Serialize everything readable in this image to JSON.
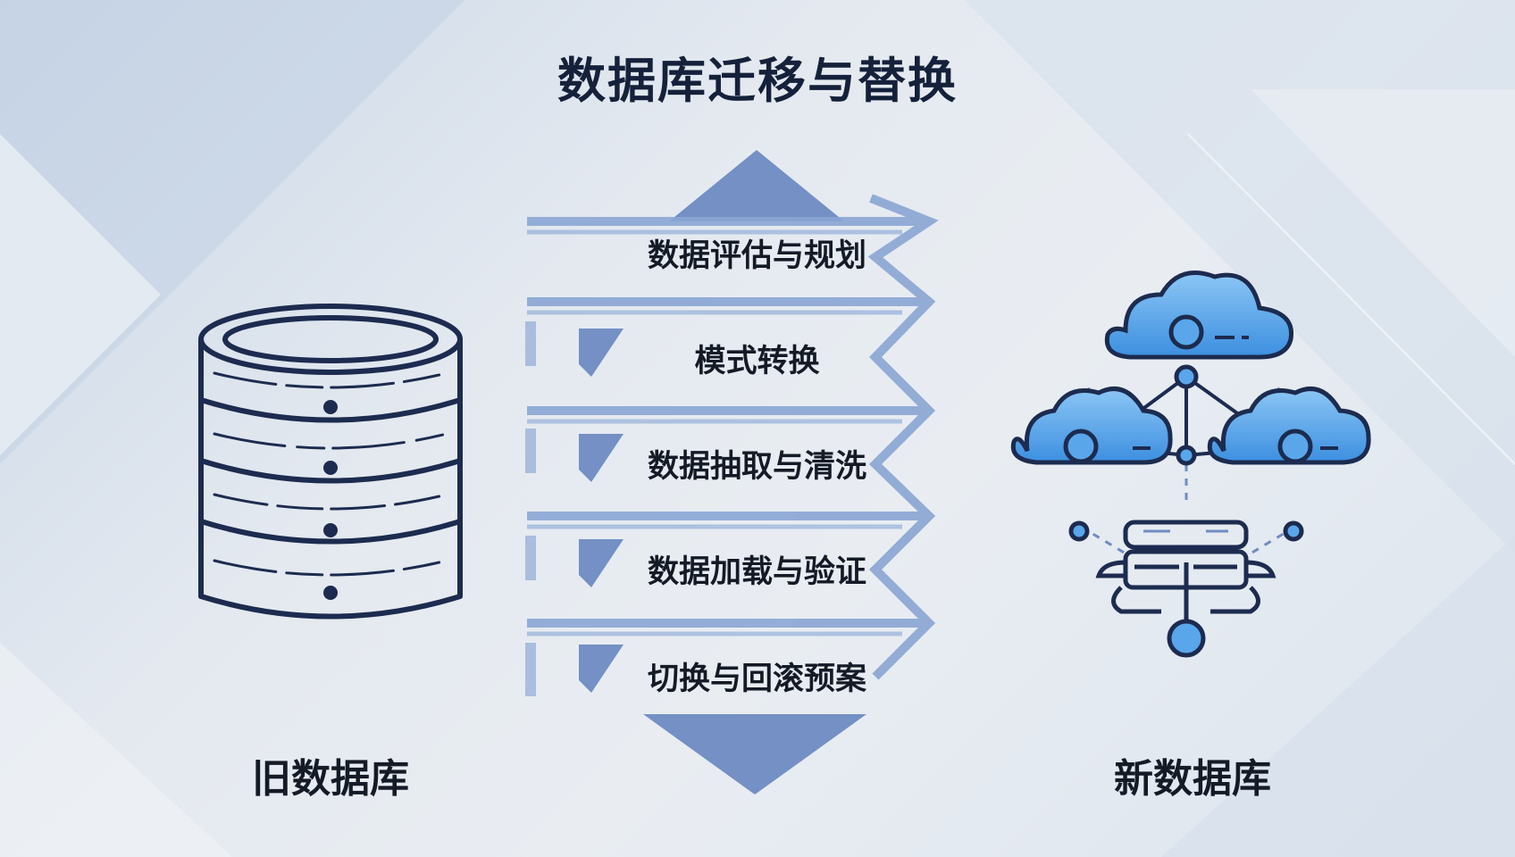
{
  "title": "数据库迁移与替换",
  "old_db": {
    "label": "旧数据库",
    "icon": "database-stack-icon"
  },
  "new_db": {
    "label": "新数据库",
    "icon": "cloud-network-icon"
  },
  "steps": [
    {
      "label": "数据评估与规划"
    },
    {
      "label": "模式转换"
    },
    {
      "label": "数据抽取与清洗"
    },
    {
      "label": "数据加载与验证"
    },
    {
      "label": "切换与回滚预案"
    }
  ],
  "colors": {
    "dark_navy": "#1c2b4f",
    "arrow_blue": "#6f8dc2",
    "cloud_blue": "#5aa6ea",
    "text": "#141a26"
  }
}
